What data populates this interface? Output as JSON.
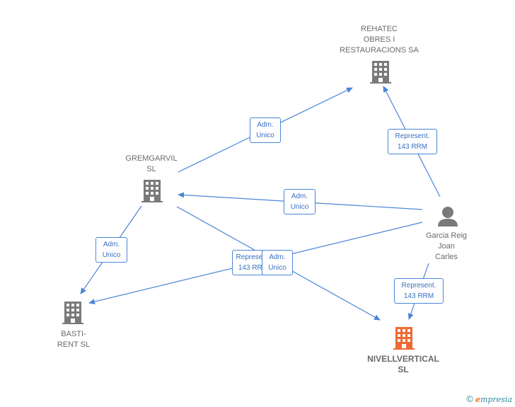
{
  "colors": {
    "edge": "#4a86d8",
    "building": "#7a7a7a",
    "building_main": "#f06a33",
    "person": "#7a7a7a"
  },
  "nodes": {
    "rehatec": {
      "label": "REHATEC\nOBRES I\nRESTAURACIONS SA",
      "icon": "building-icon"
    },
    "gremgarvil": {
      "label": "GREMGARVIL\nSL",
      "icon": "building-icon"
    },
    "basti": {
      "label": "BASTI-\nRENT  SL",
      "icon": "building-icon"
    },
    "nivell": {
      "label": "NIVELLVERTICAL\nSL",
      "icon": "building-icon"
    },
    "garcia": {
      "label": "Garcia Reig\nJoan\nCarles",
      "icon": "person-icon"
    }
  },
  "edges": {
    "e1": "Adm.\nUnico",
    "e2": "Represent.\n143 RRM",
    "e3": "Adm.\nUnico",
    "e4": "Adm.\nUnico",
    "e5": "Represent.\n143 RRM",
    "e6": "Adm.\nUnico",
    "e7": "Represent.\n143 RRM"
  },
  "footer": {
    "copyright": "©",
    "brand_initial": "e",
    "brand_rest": "mpresia"
  }
}
